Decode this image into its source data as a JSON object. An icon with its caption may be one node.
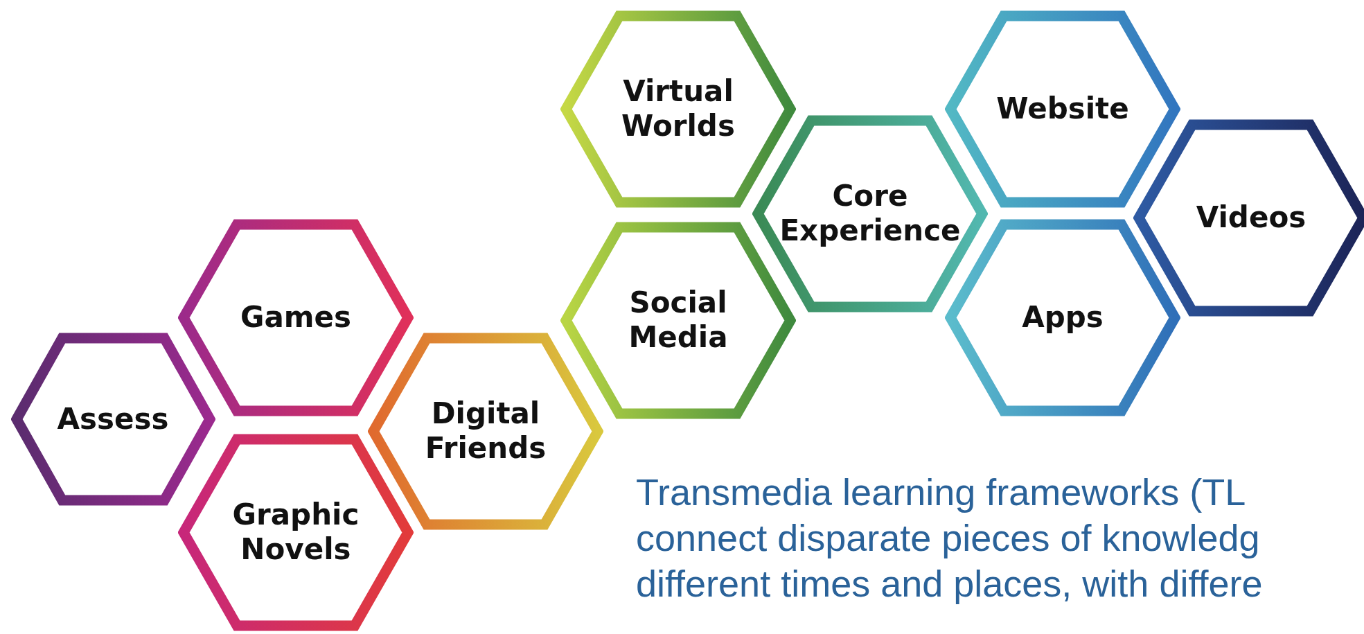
{
  "diagram": {
    "caption": "Transmedia learning frameworks (TL connect disparate pieces of knowledg different times and places, with differe",
    "nodes": [
      {
        "text": [
          "Assess"
        ]
      },
      {
        "text": [
          "Games"
        ]
      },
      {
        "text": [
          "Graphic Novels"
        ]
      },
      {
        "text": [
          "Digital Friends"
        ]
      },
      {
        "text": [
          "Virtual Worlds"
        ]
      },
      {
        "text": [
          "Social Media"
        ]
      },
      {
        "text": [
          "Core Experience"
        ]
      },
      {
        "text": [
          "Website"
        ]
      },
      {
        "text": [
          "Apps"
        ]
      },
      {
        "text": [
          "Videos"
        ]
      }
    ],
    "edges": []
  }
}
